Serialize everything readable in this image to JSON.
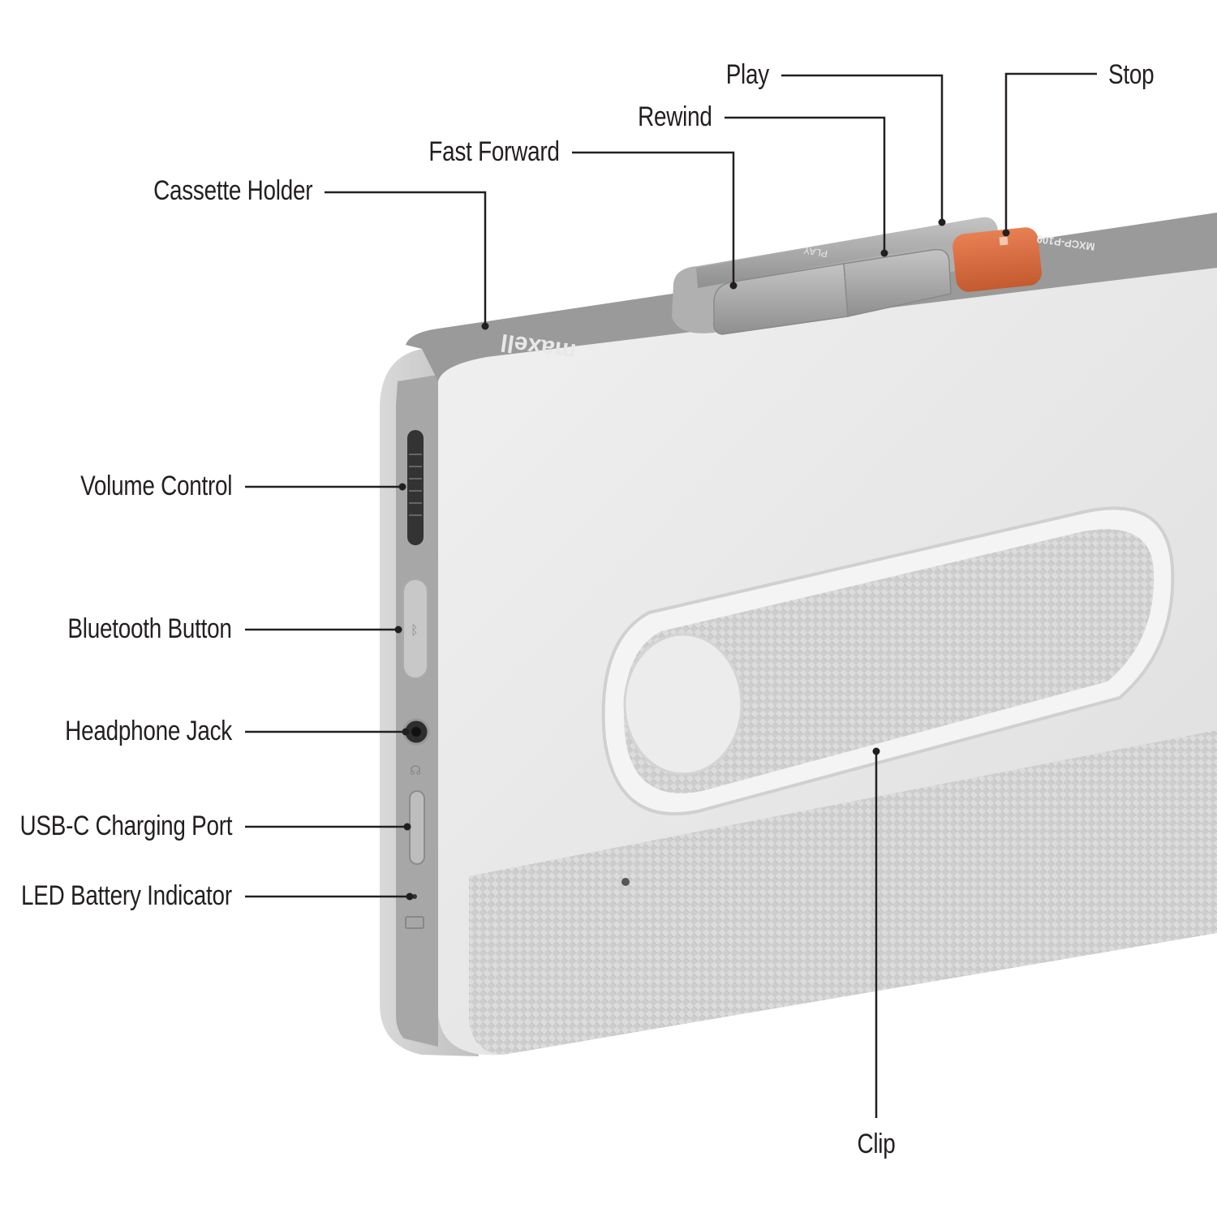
{
  "product": {
    "brand": "maxell",
    "model": "MXCP-P100",
    "play_marking": "PLAY",
    "colors": {
      "body": "#e6e6e6",
      "top_band": "#9a9a9a",
      "stop_button": "#d86a3c",
      "label_text": "#231f20",
      "leader_line": "#231f20"
    }
  },
  "callouts": {
    "play": "Play",
    "stop": "Stop",
    "rewind": "Rewind",
    "fast_forward": "Fast Forward",
    "cassette_holder": "Cassette Holder",
    "volume_control": "Volume Control",
    "bluetooth_button": "Bluetooth Button",
    "headphone_jack": "Headphone Jack",
    "usb_c_port": "USB-C Charging Port",
    "led_indicator": "LED Battery Indicator",
    "clip": "Clip"
  }
}
